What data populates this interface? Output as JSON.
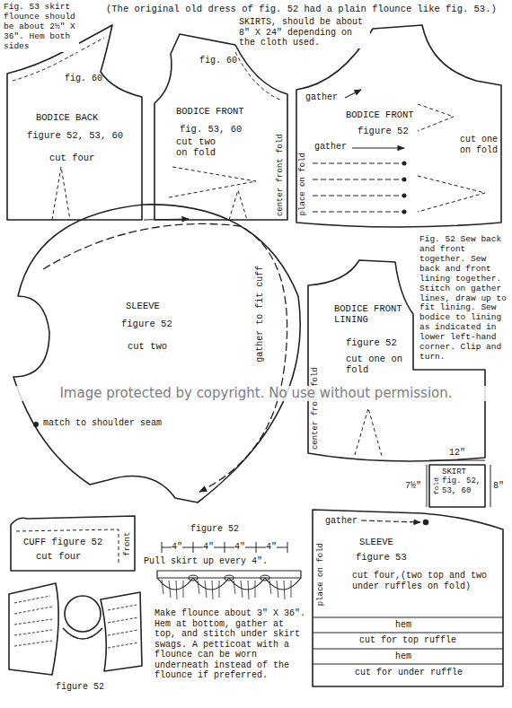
{
  "diagram": {
    "nodes": [
      {
        "text": [
          "fig. 60",
          "BODICE BACK",
          "figure 52, 53, 60",
          "cut four"
        ]
      },
      {
        "text": [
          "fig. 60",
          "BODICE FRONT",
          "fig. 53, 60",
          "cut two on fold",
          "center front fold"
        ]
      },
      {
        "text": [
          "gather",
          "BODICE FRONT",
          "figure 52",
          "gather",
          "cut one on fold",
          "place on fold"
        ]
      },
      {
        "text": [
          "SLEEVE",
          "figure 52",
          "cut two",
          "gather to fit cuff",
          "match to shoulder seam"
        ]
      },
      {
        "text": [
          "BODICE FRONT LINING",
          "figure 52",
          "cut one on fold",
          "center front fold"
        ]
      },
      {
        "text": [
          "SKIRT fig. 52, 53, 60",
          "fold"
        ]
      },
      {
        "text": [
          "CUFF figure 52",
          "cut four",
          "front"
        ]
      },
      {
        "text": [
          "gather",
          "SLEEVE",
          "figure 53",
          "cut four,(two top and two under ruffles on fold)",
          "hem",
          "cut for top ruffle",
          "hem",
          "cut for under ruffle",
          "place on fold"
        ]
      }
    ],
    "labels": [
      "(The original old dress of fig. 52 had a plain flounce like fig. 53.)",
      "Fig. 53 skirt flounce should be about 2½\" X 36\". Hem both sides",
      "SKIRTS, should be about 8\" X 24\" depending on the cloth used.",
      "Fig. 52 Sew back and front together. Sew back and front lining together. Stitch on gather lines, draw up to fit lining. Sew bodice to lining as indicated in lower left-hand corner. Clip and turn.",
      "Image protected by copyright. No use without permission.",
      "12\"",
      "7½\"",
      "8\"",
      "figure 52",
      "4\"",
      "4\"",
      "4\"",
      "4\"",
      "Pull skirt up every 4\".",
      "Make flounce about 3\" X 36\". Hem at bottom, gather at top, and stitch under skirt swags. A petticoat with a flounce can be worn underneath instead of the flounce if preferred.",
      "figure 52"
    ]
  }
}
